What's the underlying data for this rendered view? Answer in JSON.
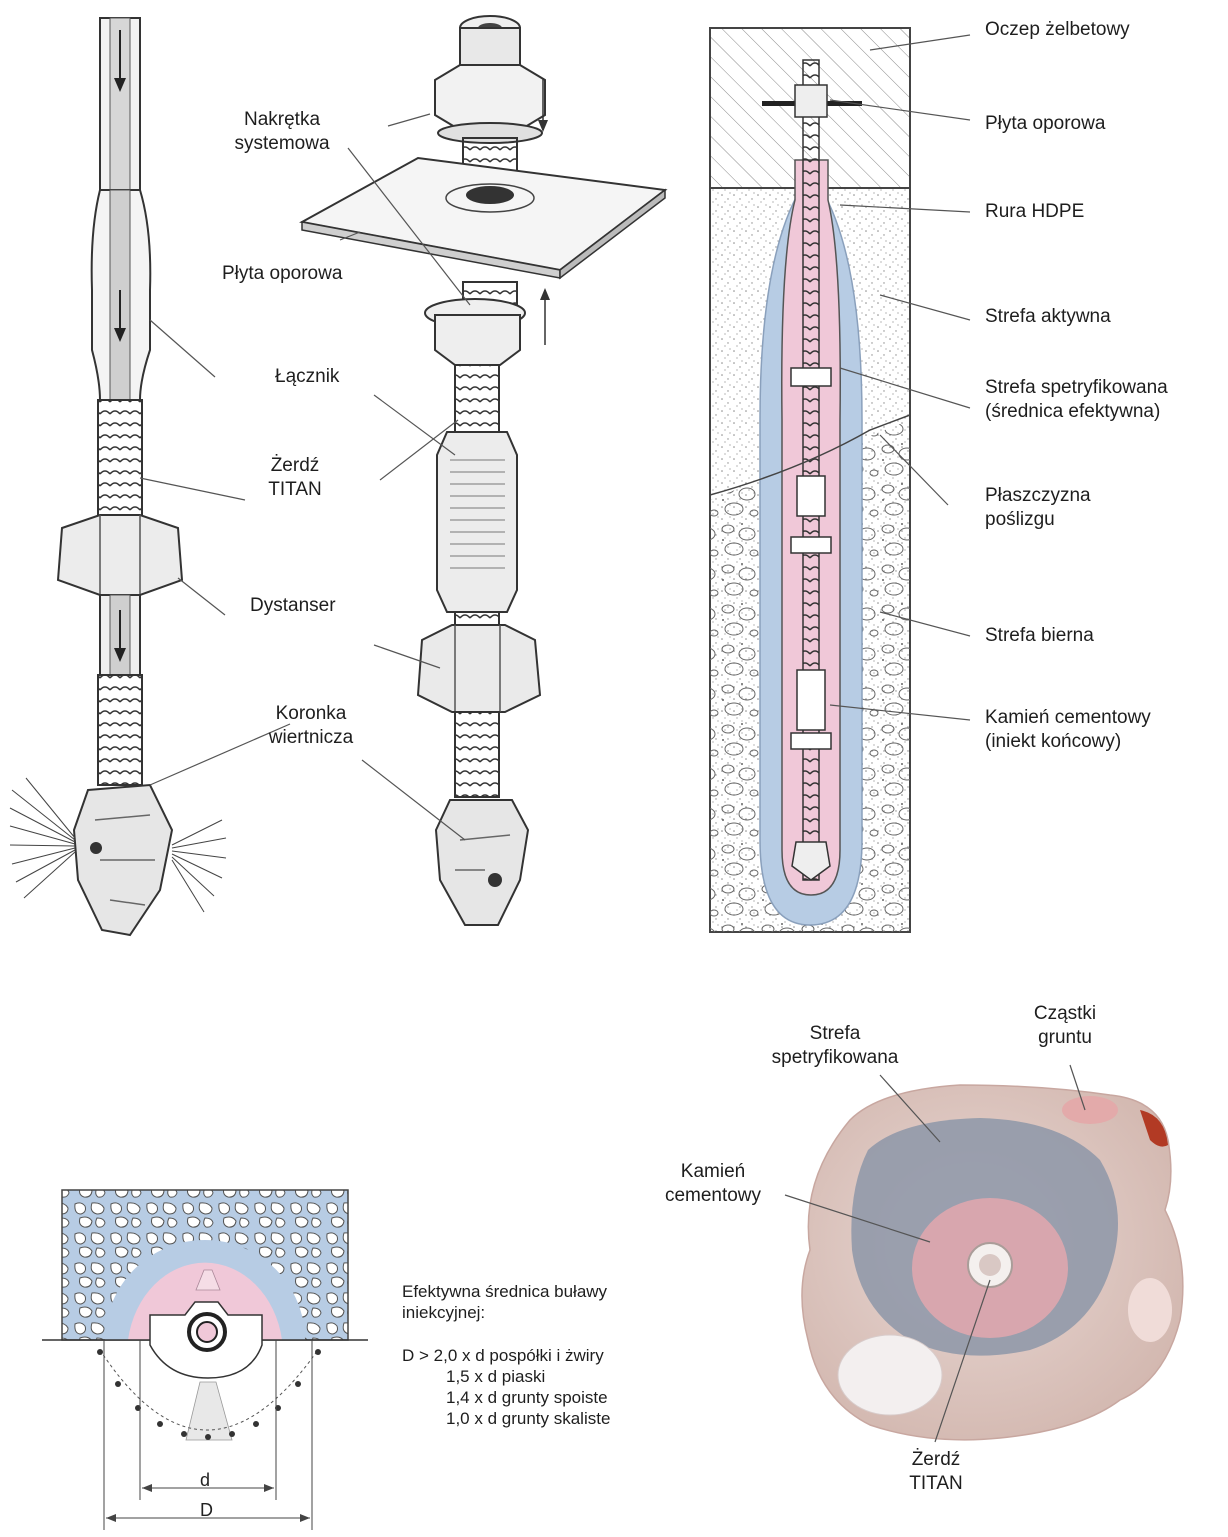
{
  "left_assembly": {
    "labels": {
      "lacznik": "Łącznik",
      "zerdz_titan": [
        "Żerdź",
        "TITAN"
      ],
      "dystanser": "Dystanser",
      "koronka": [
        "Koronka",
        "wiertnicza"
      ]
    }
  },
  "middle_assembly": {
    "labels": {
      "nakretka": [
        "Nakrętka",
        "systemowa"
      ],
      "plyta": "Płyta oporowa"
    }
  },
  "right_section": {
    "labels": {
      "oczep": "Oczep żelbetowy",
      "plyta": "Płyta oporowa",
      "rura": "Rura HDPE",
      "aktywna": "Strefa aktywna",
      "spetryfikowana": [
        "Strefa spetryfikowana",
        "(średnica efektywna)"
      ],
      "plaszczyzna": [
        "Płaszczyzna",
        "poślizgu"
      ],
      "bierna": "Strefa bierna",
      "kamien": [
        "Kamień cementowy",
        "(iniekt końcowy)"
      ]
    }
  },
  "bulb_diagram": {
    "dim_d": "d",
    "dim_D": "D",
    "title": [
      "Efektywna średnica buławy",
      "iniekcyjnej:"
    ],
    "rows": [
      "D > 2,0 x d pospółki i żwiry",
      "1,5 x d piaski",
      "1,4 x d grunty spoiste",
      "1,0 x d grunty skaliste"
    ]
  },
  "photo_section": {
    "labels": {
      "strefa": [
        "Strefa",
        "spetryfikowana"
      ],
      "czastki": [
        "Cząstki",
        "gruntu"
      ],
      "kamien": [
        "Kamień",
        "cementowy"
      ],
      "zerdz": [
        "Żerdź",
        "TITAN"
      ]
    }
  },
  "colors": {
    "grout_pink": "#f0c8d8",
    "soil_blue": "#b7cce4",
    "line": "#3a3a3a",
    "photo_rust": "#b23a24"
  }
}
